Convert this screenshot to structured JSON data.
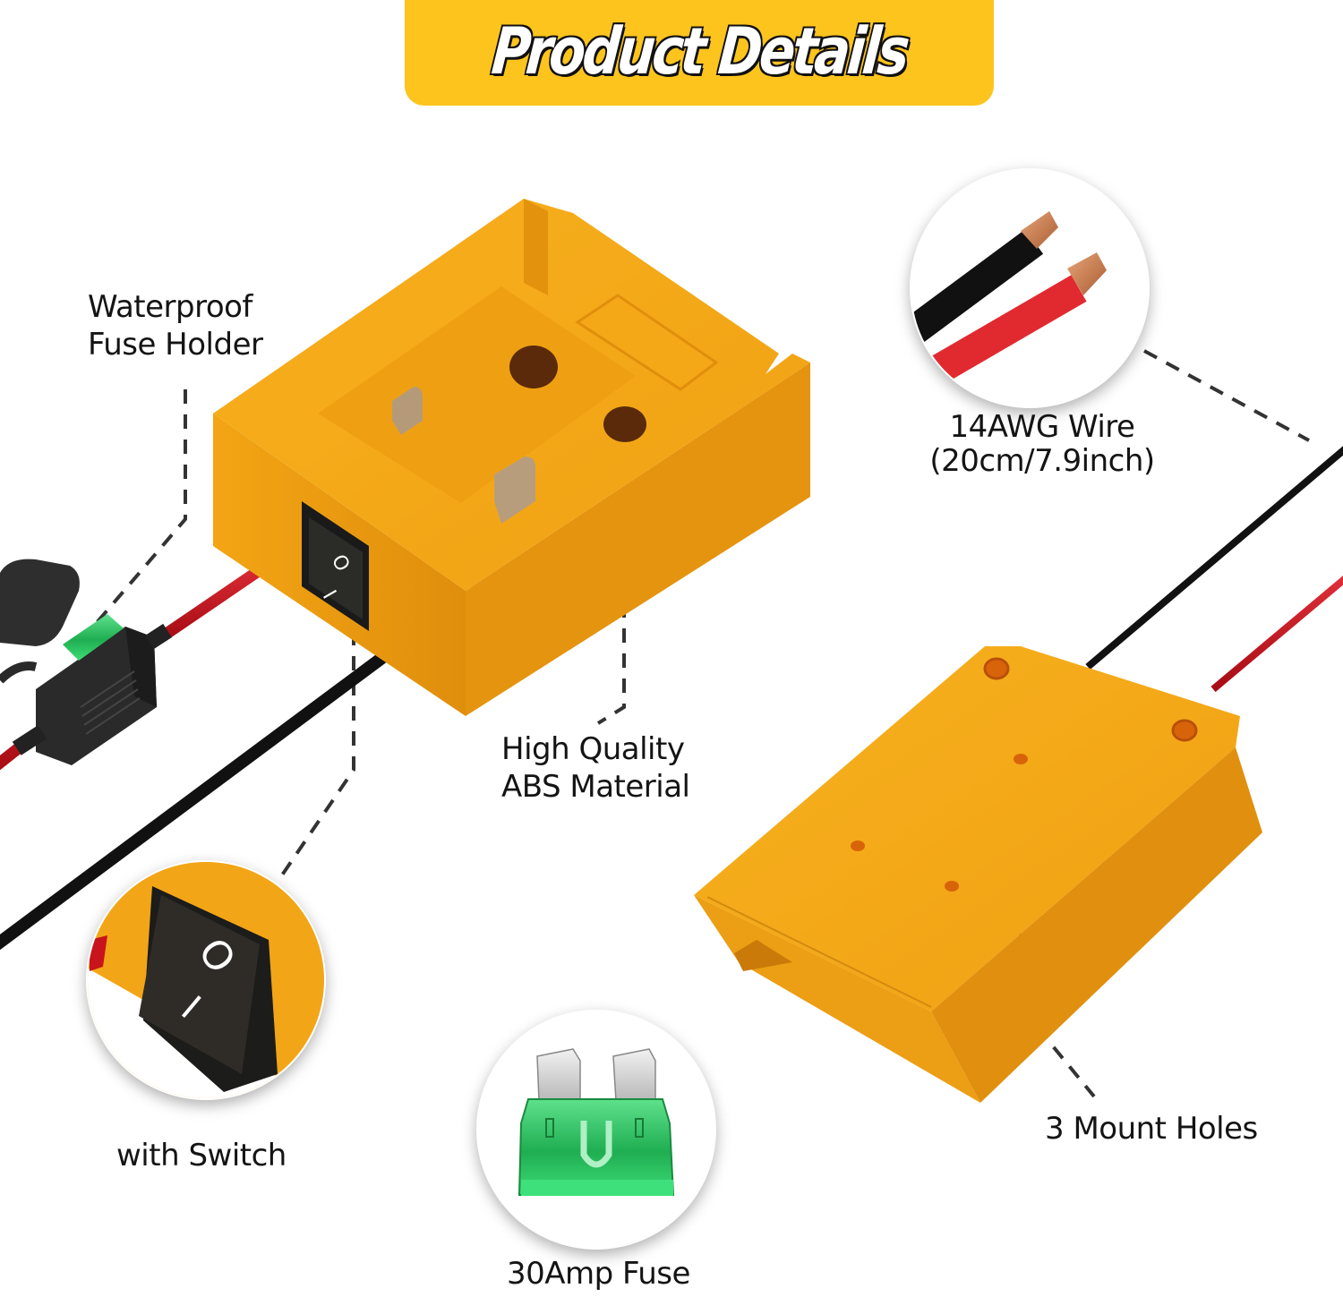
{
  "header": {
    "title": "Product Details",
    "banner_color": "#fdc41e"
  },
  "callouts": {
    "fuse_holder": {
      "lines": [
        "Waterproof",
        "Fuse Holder"
      ]
    },
    "wire": {
      "lines": [
        "14AWG Wire",
        "(20cm/7.9inch)"
      ]
    },
    "material": {
      "lines": [
        "High Quality",
        "ABS Material"
      ]
    },
    "switch": {
      "lines": [
        "with Switch"
      ]
    },
    "mount_holes": {
      "lines": [
        "3 Mount Holes"
      ]
    },
    "fuse": {
      "lines": [
        "30Amp Fuse"
      ]
    }
  },
  "switch_marks": {
    "off": "O",
    "on": "I"
  },
  "colors": {
    "body_orange": "#f2a516",
    "body_shadow": "#d98a0c",
    "wire_red": "#c8141c",
    "wire_black": "#111111",
    "fuse_green": "#2ed36a",
    "copper": "#c57a4a",
    "leader_line": "#333333"
  },
  "images": [
    {
      "name": "adapter-top-view",
      "desc": "Orange battery adapter with rocker switch, red and black wires, inline fuse holder"
    },
    {
      "name": "wire-closeup",
      "desc": "Black and red stripped wire ends"
    },
    {
      "name": "switch-closeup",
      "desc": "Rocker switch close-up"
    },
    {
      "name": "adapter-bottom-view",
      "desc": "Underside of adapter with mount holes"
    },
    {
      "name": "fuse-closeup",
      "desc": "Green 30A blade fuse"
    }
  ]
}
